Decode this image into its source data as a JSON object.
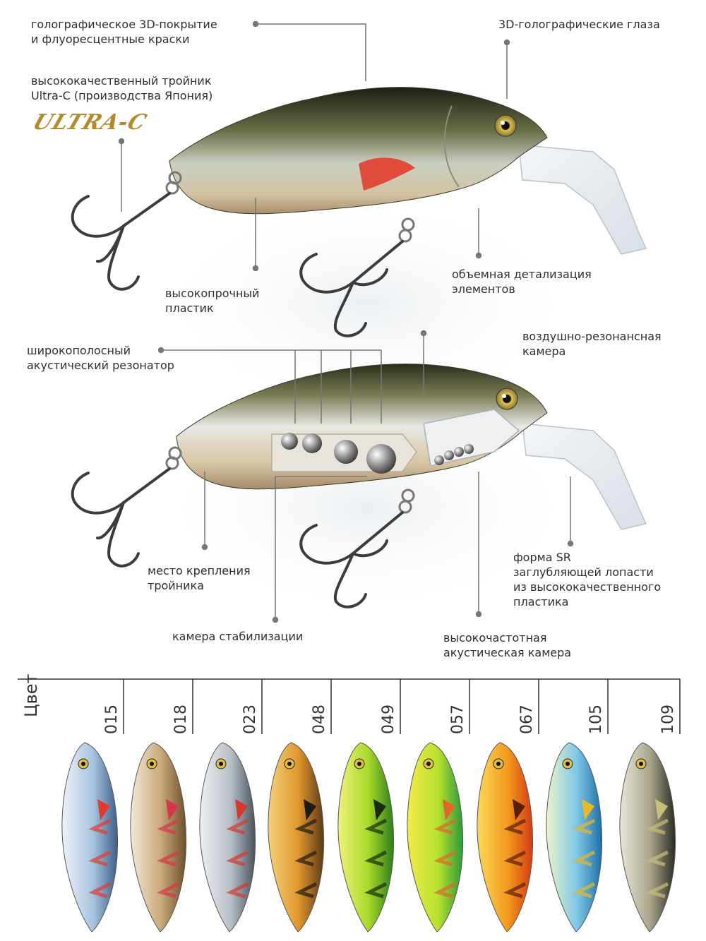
{
  "top": {
    "coating": [
      "голографическое 3D-покрытие",
      "и флуоресцентные краски"
    ],
    "eyes": "3D-голографические глаза",
    "treble": [
      "высококачественный тройник",
      "Ultra-C (производства Япония)"
    ],
    "brand_logo": "ULTRA-C",
    "plastic": [
      "высокопрочный",
      "пластик"
    ],
    "details": [
      "объемная детализация",
      "элементов"
    ]
  },
  "middle": {
    "resonator": [
      "широкополосный",
      "акустический резонатор"
    ],
    "air_chamber": [
      "воздушно-резонансная",
      "камера"
    ],
    "hook_mount": [
      "место крепления",
      "тройника"
    ],
    "lip": [
      "форма SR",
      "заглубляющей лопасти",
      "из высококачественного",
      "пластика"
    ],
    "stabilization": "камера стабилизации",
    "hf_chamber": [
      "высокочастотная",
      "акустическая камера"
    ]
  },
  "colors": {
    "header": "Цвет",
    "codes": [
      "015",
      "018",
      "023",
      "048",
      "049",
      "057",
      "067",
      "105",
      "109"
    ],
    "swatches": [
      {
        "code": "015",
        "body": "#a9c4e0",
        "belly": "#eef3f7",
        "back": "#3d5f8a",
        "accent": "#e23b2e"
      },
      {
        "code": "018",
        "body": "#c8a97a",
        "belly": "#f2e8d6",
        "back": "#6d4f2d",
        "accent": "#d9344a"
      },
      {
        "code": "023",
        "body": "#b8c0c8",
        "belly": "#eef0f2",
        "back": "#4a5560",
        "accent": "#d8372c"
      },
      {
        "code": "048",
        "body": "#e0952e",
        "belly": "#f5d27a",
        "back": "#5b3a16",
        "accent": "#1f1a12"
      },
      {
        "code": "049",
        "body": "#a7d928",
        "belly": "#f1f17a",
        "back": "#2f7d1e",
        "accent": "#1a2a10"
      },
      {
        "code": "057",
        "body": "#b8e22f",
        "belly": "#f6e94a",
        "back": "#2c9a3a",
        "accent": "#e0662a"
      },
      {
        "code": "067",
        "body": "#f39a1c",
        "belly": "#fbd85a",
        "back": "#d43b14",
        "accent": "#5a1f0a"
      },
      {
        "code": "105",
        "body": "#7fc7e6",
        "belly": "#e9f4c8",
        "back": "#1f6fa8",
        "accent": "#e8b72a"
      },
      {
        "code": "109",
        "body": "#a9a58a",
        "belly": "#e8e6da",
        "back": "#2a2a22",
        "accent": "#c7c07a"
      }
    ]
  }
}
